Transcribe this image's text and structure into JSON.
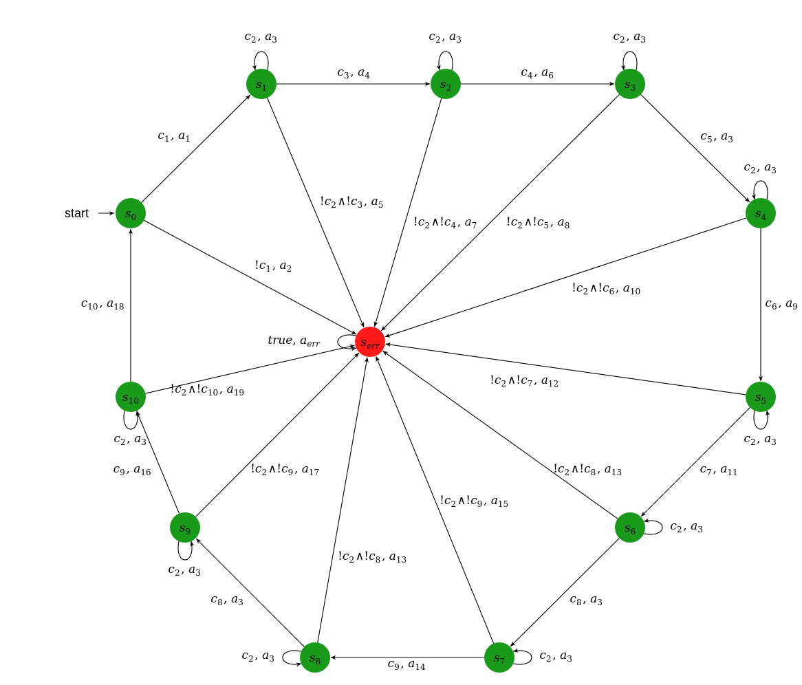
{
  "diagram": {
    "start_label": "start",
    "colors": {
      "state": "#1a9a1a",
      "error": "#ff1a1a",
      "edge": "#000000"
    },
    "nodes": [
      {
        "id": "s0",
        "base": "s",
        "sub": "0"
      },
      {
        "id": "s1",
        "base": "s",
        "sub": "1"
      },
      {
        "id": "s2",
        "base": "s",
        "sub": "2"
      },
      {
        "id": "s3",
        "base": "s",
        "sub": "3"
      },
      {
        "id": "s4",
        "base": "s",
        "sub": "4"
      },
      {
        "id": "s5",
        "base": "s",
        "sub": "5"
      },
      {
        "id": "s6",
        "base": "s",
        "sub": "6"
      },
      {
        "id": "s7",
        "base": "s",
        "sub": "7"
      },
      {
        "id": "s8",
        "base": "s",
        "sub": "8"
      },
      {
        "id": "s9",
        "base": "s",
        "sub": "9"
      },
      {
        "id": "s10",
        "base": "s",
        "sub": "10"
      },
      {
        "id": "serr",
        "base": "s",
        "sub": "err",
        "error": true
      }
    ],
    "edges": [
      {
        "from": "s0",
        "to": "s1",
        "label": "c1, a1"
      },
      {
        "from": "s1",
        "to": "s2",
        "label": "c3, a4"
      },
      {
        "from": "s2",
        "to": "s3",
        "label": "c4, a6"
      },
      {
        "from": "s3",
        "to": "s4",
        "label": "c5, a3"
      },
      {
        "from": "s4",
        "to": "s5",
        "label": "c6, a9"
      },
      {
        "from": "s5",
        "to": "s6",
        "label": "c7, a11"
      },
      {
        "from": "s6",
        "to": "s7",
        "label": "c8, a3"
      },
      {
        "from": "s7",
        "to": "s8",
        "label": "c9, a14"
      },
      {
        "from": "s8",
        "to": "s9",
        "label": "c8, a3"
      },
      {
        "from": "s9",
        "to": "s10",
        "label": "c9, a16"
      },
      {
        "from": "s10",
        "to": "s0",
        "label": "c10, a18"
      },
      {
        "from": "s0",
        "to": "serr",
        "label": "!c1, a2"
      },
      {
        "from": "s1",
        "to": "serr",
        "label": "!c2∧!c3, a5"
      },
      {
        "from": "s2",
        "to": "serr",
        "label": "!c2∧!c4, a7"
      },
      {
        "from": "s3",
        "to": "serr",
        "label": "!c2∧!c5, a8"
      },
      {
        "from": "s4",
        "to": "serr",
        "label": "!c2∧!c6, a10"
      },
      {
        "from": "s5",
        "to": "serr",
        "label": "!c2∧!c7, a12"
      },
      {
        "from": "s6",
        "to": "serr",
        "label": "!c2∧!c8, a13"
      },
      {
        "from": "s7",
        "to": "serr",
        "label": "!c2∧!c9, a15"
      },
      {
        "from": "s8",
        "to": "serr",
        "label": "!c2∧!c8, a13"
      },
      {
        "from": "s9",
        "to": "serr",
        "label": "!c2∧!c9, a17"
      },
      {
        "from": "s10",
        "to": "serr",
        "label": "!c2∧!c10, a19"
      }
    ],
    "self_loops": [
      {
        "node": "s1",
        "label": "c2, a3"
      },
      {
        "node": "s2",
        "label": "c2, a3"
      },
      {
        "node": "s3",
        "label": "c2, a3"
      },
      {
        "node": "s4",
        "label": "c2, a3"
      },
      {
        "node": "s5",
        "label": "c2, a3"
      },
      {
        "node": "s6",
        "label": "c2, a3"
      },
      {
        "node": "s7",
        "label": "c2, a3"
      },
      {
        "node": "s8",
        "label": "c2, a3"
      },
      {
        "node": "s9",
        "label": "c2, a3"
      },
      {
        "node": "s10",
        "label": "c2, a3"
      },
      {
        "node": "serr",
        "label": "true, aerr"
      }
    ]
  }
}
